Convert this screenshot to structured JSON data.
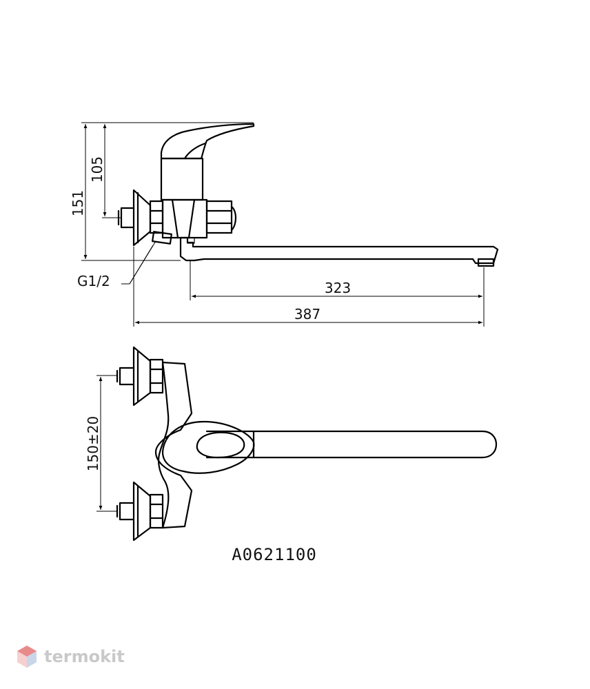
{
  "drawing": {
    "dimensions": {
      "height_total": "151",
      "height_axis": "105",
      "spout_reach": "323",
      "overall_length": "387",
      "thread": "G1/2",
      "inlet_spacing": "150±20"
    },
    "model_code": "A0621100"
  },
  "watermark": {
    "text": "termokit",
    "icon": "hexagon-logo-icon"
  }
}
